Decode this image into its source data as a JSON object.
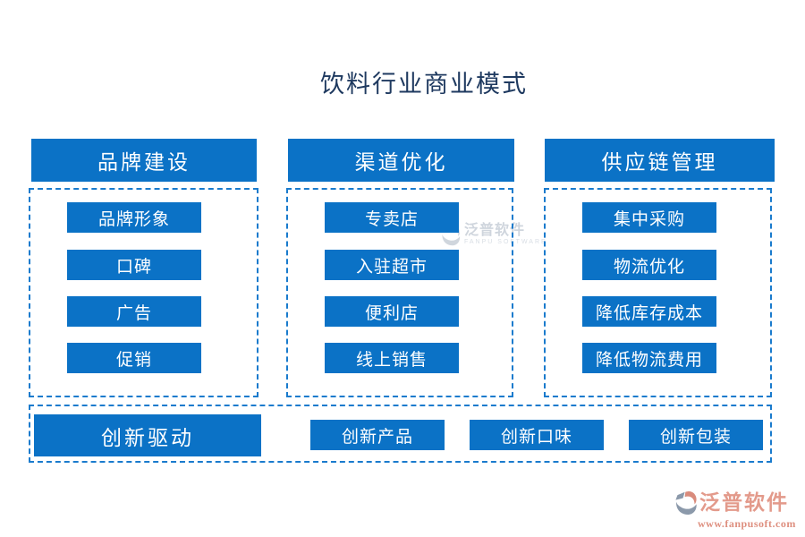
{
  "title": "饮料行业商业模式",
  "colors": {
    "node_blue": "#0b72c6",
    "dashed_border_blue": "#1a7bcd",
    "title_navy": "#1f3a60",
    "watermark_gray": "#a9b4c2",
    "logo_salmon": "#e39a8b",
    "logo_icon_gray": "#8b99aa"
  },
  "columns": [
    {
      "header": "品牌建设",
      "items": [
        "品牌形象",
        "口碑",
        "广告",
        "促销"
      ]
    },
    {
      "header": "渠道优化",
      "items": [
        "专卖店",
        "入驻超市",
        "便利店",
        "线上销售"
      ]
    },
    {
      "header": "供应链管理",
      "items": [
        "集中采购",
        "物流优化",
        "降低库存成本",
        "降低物流费用"
      ]
    }
  ],
  "bottom": {
    "header": "创新驱动",
    "items": [
      "创新产品",
      "创新口味",
      "创新包装"
    ]
  },
  "watermark": {
    "name": "泛普软件",
    "subtitle": "FANPU SOFTWARE"
  },
  "footer": {
    "name": "泛普软件",
    "url": "www.fanpusoft.com"
  }
}
